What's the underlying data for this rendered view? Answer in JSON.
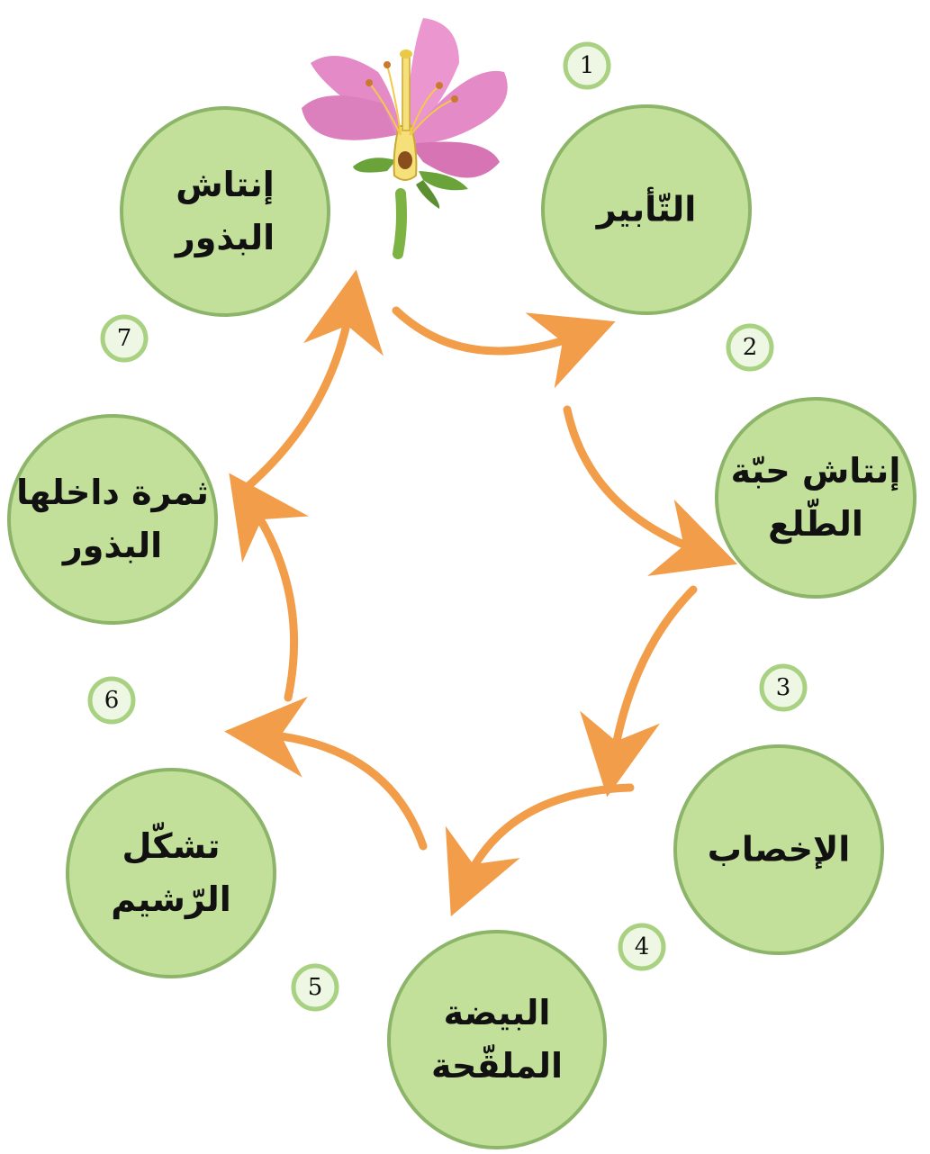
{
  "diagram": {
    "stages": [
      {
        "number": "1",
        "label_line1": "التّأبير",
        "label_line2": ""
      },
      {
        "number": "2",
        "label_line1": "إنتاش حبّة",
        "label_line2": "الطّلع"
      },
      {
        "number": "3",
        "label_line1": "الإخصاب",
        "label_line2": ""
      },
      {
        "number": "4",
        "label_line1": "البيضة",
        "label_line2": "الملقّحة"
      },
      {
        "number": "5",
        "label_line1": "تشكّل",
        "label_line2": "الرّشيم"
      },
      {
        "number": "6",
        "label_line1": "ثمرة داخلها",
        "label_line2": "البذور"
      },
      {
        "number": "7",
        "label_line1": "إنتاش",
        "label_line2": "البذور"
      }
    ],
    "colors": {
      "circle_fill": "#c2e09a",
      "circle_stroke": "#8db56a",
      "arrow": "#f0953a",
      "badge_fill": "#eef7e3",
      "badge_stroke": "#a9d182",
      "petal": "#e48ac7",
      "stem": "#7cb342"
    },
    "icons": [
      "flower-illustration"
    ]
  }
}
